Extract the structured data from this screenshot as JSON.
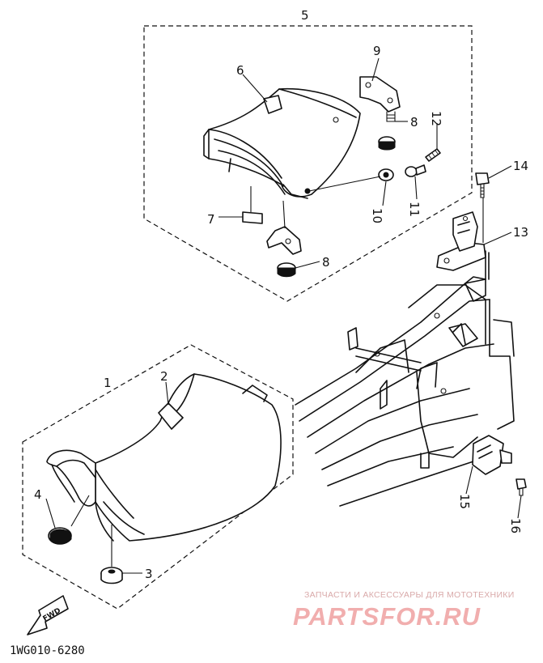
{
  "diagram": {
    "code": "1WG010-6280",
    "fwd_arrow_label": "FWD",
    "watermark": {
      "tagline": "ЗАПЧАСТИ И АКСЕССУАРЫ ДЛЯ МОТОТЕХНИКИ",
      "brand": "PARTSFOR.RU"
    },
    "callouts": {
      "c1": "1",
      "c2": "2",
      "c3": "3",
      "c4": "4",
      "c5": "5",
      "c6": "6",
      "c7": "7",
      "c8a": "8",
      "c8b": "8",
      "c9": "9",
      "c10": "10",
      "c11": "11",
      "c12": "12",
      "c13": "13",
      "c14": "14",
      "c15": "15",
      "c16": "16"
    }
  }
}
